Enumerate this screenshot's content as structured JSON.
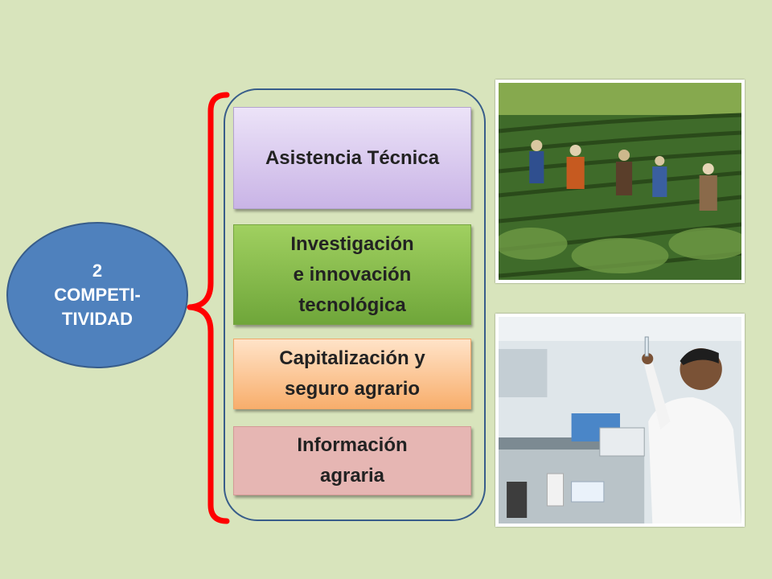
{
  "center": {
    "line1": "2",
    "line2": "COMPETI-",
    "line3": "TIVIDAD"
  },
  "items": [
    {
      "lines": [
        "Asistencia Técnica"
      ]
    },
    {
      "lines": [
        "Investigación",
        "e innovación",
        "tecnológica"
      ]
    },
    {
      "lines": [
        "Capitalización y",
        "seguro agrario"
      ]
    },
    {
      "lines": [
        "Información",
        "agraria"
      ]
    }
  ],
  "colors": {
    "background": "#d8e4bc",
    "ellipse": "#4f81bd",
    "brace": "#ff0000",
    "panel_border": "#385d8a"
  }
}
